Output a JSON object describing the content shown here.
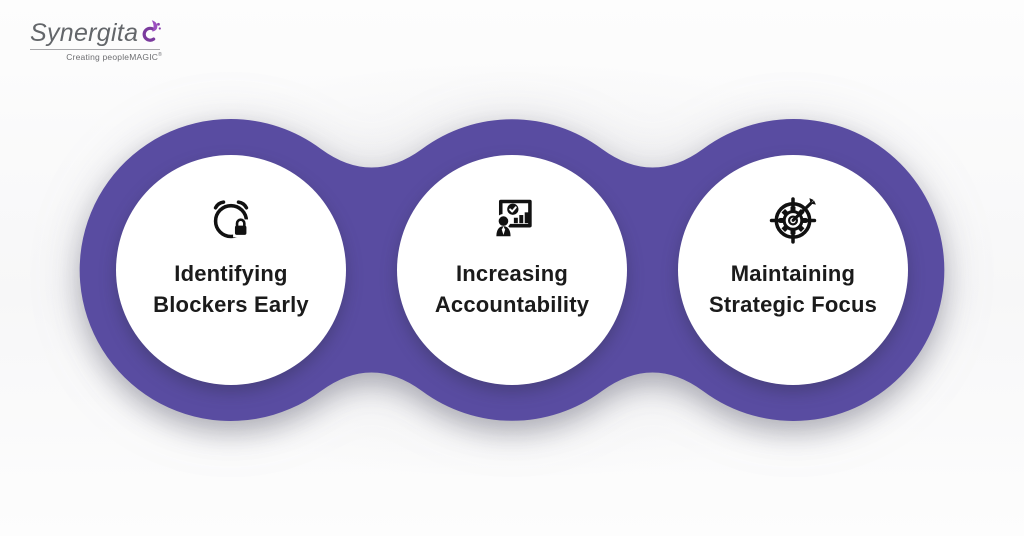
{
  "logo": {
    "brand": "Synergita",
    "tagline": "Creating peopleMAGIC",
    "tagline_mark": "®"
  },
  "colors": {
    "band": "#594CA1",
    "circle": "#FFFFFF",
    "label": "#1B1B1B",
    "logo_text": "#63666A",
    "logo_mark": "#8B3F9E",
    "background": "#FDFDFD"
  },
  "items": [
    {
      "icon": "alarm-lock-icon",
      "line1": "Identifying",
      "line2": "Blockers Early"
    },
    {
      "icon": "person-chart-check-icon",
      "line1": "Increasing",
      "line2": "Accountability"
    },
    {
      "icon": "target-gear-dart-icon",
      "line1": "Maintaining",
      "line2": "Strategic Focus"
    }
  ]
}
